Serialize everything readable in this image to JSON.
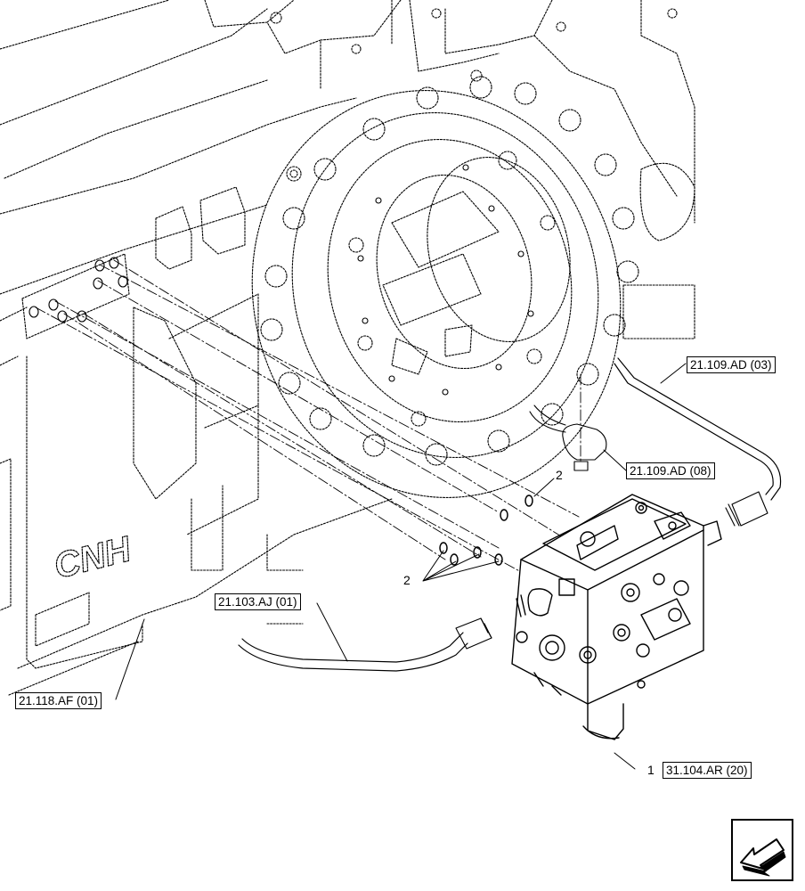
{
  "callouts": {
    "item_1": "1",
    "item_2_upper": "2",
    "item_2_lower": "2"
  },
  "references": {
    "ref_top_right": "21.109.AD (03)",
    "ref_fitting": "21.109.AD (08)",
    "ref_left_pipe": "21.103.AJ (01)",
    "ref_housing": "21.118.AF (01)",
    "ref_valve": "31.104.AR (20)"
  },
  "housing_logo": "CNH",
  "icons": {
    "navigation": "arrow-down-left-icon"
  }
}
